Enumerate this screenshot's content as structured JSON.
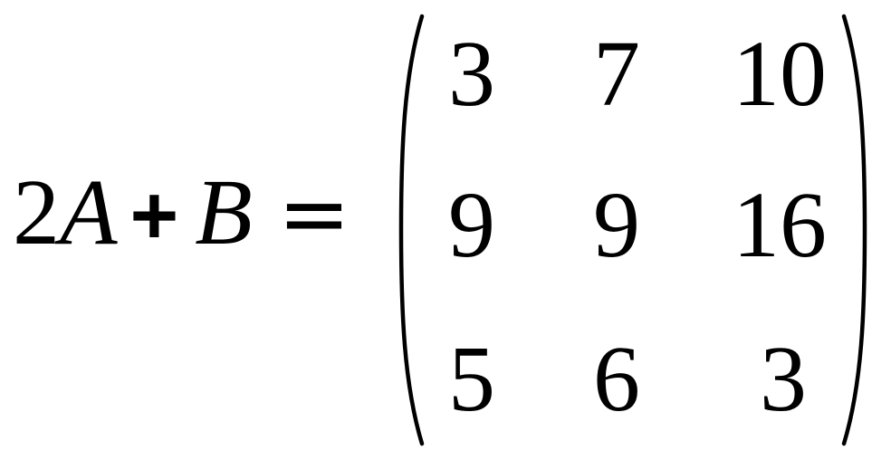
{
  "equation": {
    "coefficient": "2",
    "var_a": "A",
    "plus": "+",
    "var_b": "B",
    "equals": "="
  },
  "matrix": {
    "rows": [
      [
        "3",
        "7",
        "10"
      ],
      [
        "9",
        "9",
        "16"
      ],
      [
        "5",
        "6",
        "3"
      ]
    ]
  }
}
